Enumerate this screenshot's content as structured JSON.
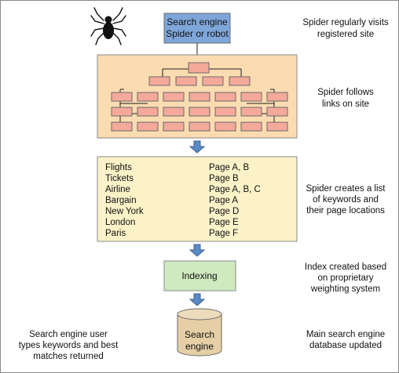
{
  "colors": {
    "border": "#8a8a8a",
    "search_box": "#7fa6d9",
    "site_panel": "#fbdcb1",
    "page_node": "#f4a99a",
    "keyword_panel": "#fbf2c8",
    "index_box": "#cfeabf",
    "database": "#e6cfa6",
    "arrow": "#5a8ac6",
    "line": "#222222"
  },
  "icons": {
    "spider": "spider-icon",
    "arrow": "down-arrow-icon",
    "database": "database-cylinder-icon"
  },
  "top_box": {
    "line1": "Search engine",
    "line2": "Spider or robot"
  },
  "captions": {
    "visit": [
      "Spider regularly visits",
      "registered site"
    ],
    "follow": [
      "Spider follows",
      "links on site"
    ],
    "list": [
      "Spider creates a list",
      "of keywords and",
      "their page locations"
    ],
    "index": [
      "Index created based",
      "on proprietary",
      "weighting system"
    ],
    "db_updated": [
      "Main search engine",
      "database updated"
    ],
    "user": [
      "Search engine user",
      "types keywords and best",
      "matches returned"
    ]
  },
  "keywords": [
    {
      "word": "Flights",
      "pages": "Page A, B"
    },
    {
      "word": "Tickets",
      "pages": "Page B"
    },
    {
      "word": "Airline",
      "pages": "Page A, B, C"
    },
    {
      "word": "Bargain",
      "pages": "Page A"
    },
    {
      "word": "New York",
      "pages": "Page D"
    },
    {
      "word": "London",
      "pages": "Page E"
    },
    {
      "word": "Paris",
      "pages": "Page F"
    }
  ],
  "index_box": {
    "label": "Indexing"
  },
  "database": {
    "line1": "Search",
    "line2": "engine"
  }
}
